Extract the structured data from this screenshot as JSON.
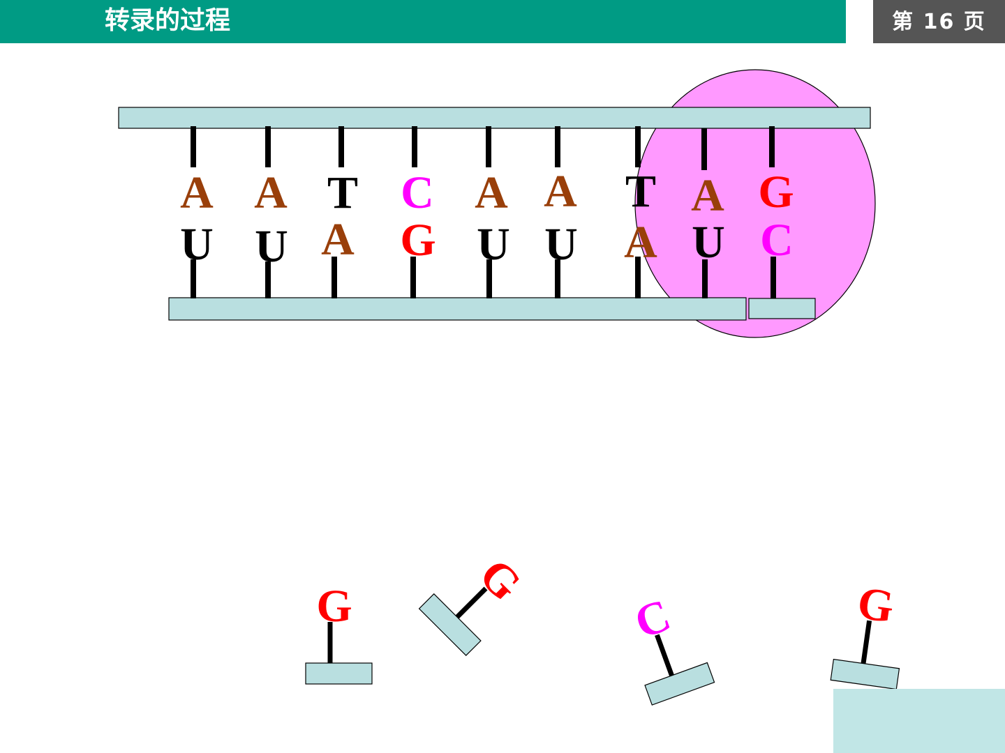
{
  "header": {
    "title": "转录的过程",
    "page_label": "第 16 页"
  },
  "colors": {
    "header_green": "#009b84",
    "badge_gray": "#555555",
    "backbone": "#b9dfe0",
    "polymerase": "#ff99ff",
    "A": "#993f0a",
    "T": "#000000",
    "U": "#000000",
    "C": "#ff00ff",
    "G": "#ff0000"
  },
  "dna_strand": {
    "bases": [
      "A",
      "A",
      "T",
      "C",
      "A",
      "A",
      "T",
      "A",
      "G"
    ]
  },
  "rna_strand": {
    "bases": [
      "U",
      "U",
      "A",
      "G",
      "U",
      "U",
      "A",
      "U",
      "C"
    ]
  },
  "free_nucleotides": [
    "G",
    "G",
    "C",
    "G"
  ],
  "icons": {
    "polymerase": "pink-ellipse",
    "nucleotide": "letter-on-stick"
  }
}
